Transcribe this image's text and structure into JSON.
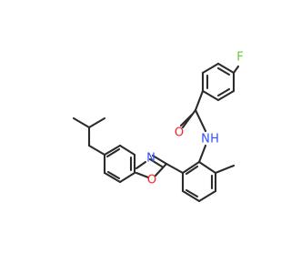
{
  "atoms": {
    "F": {
      "text": "F",
      "color": "#66cc33"
    },
    "O_carbonyl": {
      "text": "O",
      "color": "#ff2020"
    },
    "N_amide": {
      "text": "N",
      "color": "#3050f8"
    },
    "H_amide": {
      "text": "H",
      "color": "#3050f8"
    },
    "N_oxazole": {
      "text": "N",
      "color": "#3050f8"
    },
    "O_oxazole": {
      "text": "O",
      "color": "#ff2020"
    }
  },
  "colors": {
    "bond": "#2b2b2b",
    "background": "#ffffff"
  }
}
